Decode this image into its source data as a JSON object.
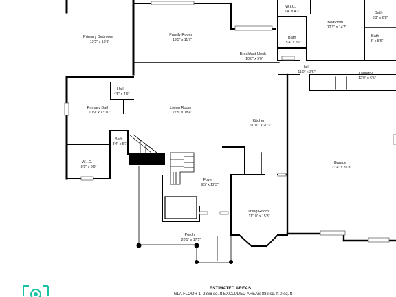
{
  "rooms": [
    {
      "id": "primary-bedroom",
      "name": "Primary Bedroom",
      "dim": "13'5\" x 16'6\""
    },
    {
      "id": "family-room",
      "name": "Family Room",
      "dim": "19'5\" x 11'7\""
    },
    {
      "id": "breakfast-nook",
      "name": "Breakfast Nook",
      "dim": "10'0\" x 9'6\""
    },
    {
      "id": "wic-top",
      "name": "W.I.C.",
      "dim": "5'4\" x 4'2\""
    },
    {
      "id": "bath-top-left",
      "name": "Bath",
      "dim": "5'4\" x 8'0\""
    },
    {
      "id": "bedroom",
      "name": "Bedroom",
      "dim": "12'1\" x 14'7\""
    },
    {
      "id": "bath-top-right-1",
      "name": "Bath",
      "dim": "5'3\" x 6'8\""
    },
    {
      "id": "bath-top-right-2",
      "name": "Bath",
      "dim": "3\" x 5'6\""
    },
    {
      "id": "hall-top",
      "name": "Hall",
      "dim": "11'0\" x 3'5\""
    },
    {
      "id": "laundry",
      "name": "Laundry",
      "dim": "12'0\" x 6'5\""
    },
    {
      "id": "hall-left",
      "name": "Hall",
      "dim": "4'5\" x 4'6\""
    },
    {
      "id": "primary-bath",
      "name": "Primary Bath",
      "dim": "10'9\" x 13'10\""
    },
    {
      "id": "living-room",
      "name": "Living Room",
      "dim": "22'5\" x 18'4\""
    },
    {
      "id": "kitchen",
      "name": "Kitchen",
      "dim": "11'10\" x 20'3\""
    },
    {
      "id": "bath-small",
      "name": "Bath",
      "dim": "3'4\" x 5'1\""
    },
    {
      "id": "wic-left",
      "name": "W.I.C.",
      "dim": "8'8\" x 6'6\""
    },
    {
      "id": "garage",
      "name": "Garage",
      "dim": "21'4\" x 31'8\""
    },
    {
      "id": "foyer",
      "name": "Foyer",
      "dim": "9'5\" x 12'3\""
    },
    {
      "id": "dining-room",
      "name": "Dining Room",
      "dim": "11'10\" x 15'3\""
    },
    {
      "id": "porch",
      "name": "Porch",
      "dim": "20'1\" x 17'1\""
    }
  ],
  "footer": {
    "title": "ESTIMATED AREAS",
    "line1": "GLA FLOOR 1: 2366 sq. ft EXCLUDED AREAS 882 sq. ft 0 sq. ft"
  }
}
